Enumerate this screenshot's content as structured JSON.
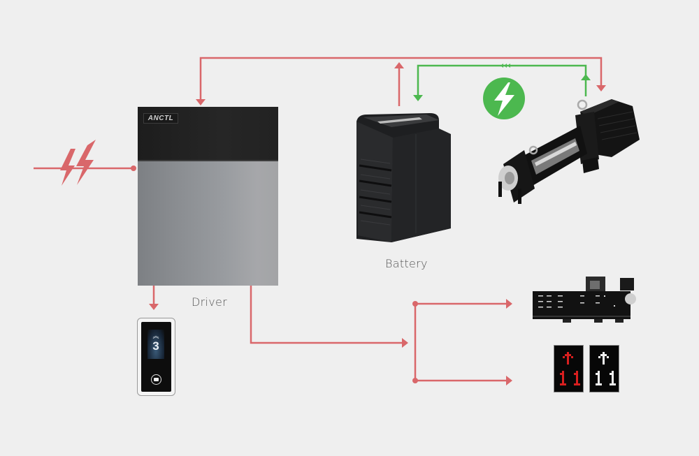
{
  "diagram": {
    "title": "Elevator power backup system",
    "colors": {
      "background": "#efefef",
      "power_line": "#d9676a",
      "charge_line": "#4cb84f",
      "charge_icon_bg": "#4cb84f",
      "charge_icon_glyph": "#ffffff"
    },
    "components": {
      "driver": {
        "label": "Driver",
        "brand": "ANCTL"
      },
      "battery": {
        "label": "Battery"
      },
      "motor": {
        "label": ""
      },
      "hall_call_panel": {
        "floor": "3",
        "direction": "up"
      },
      "controller_board": {
        "label": ""
      },
      "floor_displays": [
        {
          "floor": "11",
          "direction": "up",
          "color": "#d81f1f"
        },
        {
          "floor": "11",
          "direction": "up",
          "color": "#f0f0f0"
        }
      ]
    },
    "icons": {
      "grid_power": "double-lightning-icon",
      "charging": "lightning-bolt-icon"
    }
  }
}
